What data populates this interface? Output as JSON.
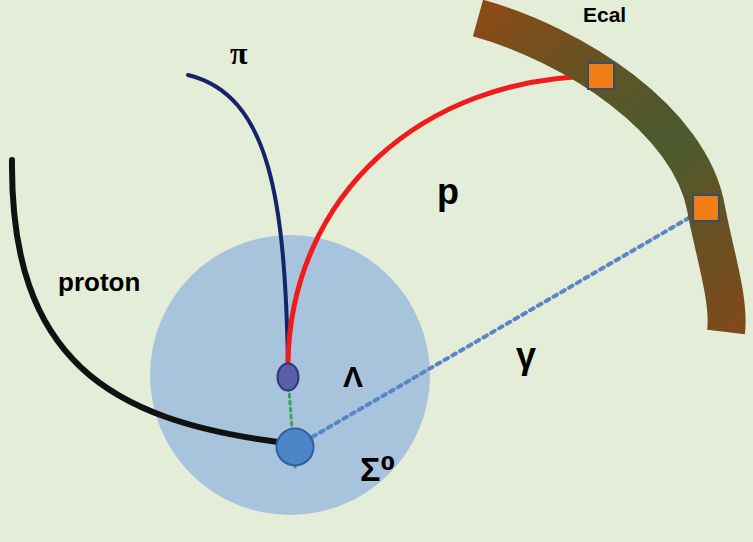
{
  "diagram": {
    "nodes": [
      {
        "text": [
          "Ecal"
        ]
      },
      {
        "text": [
          "Λ"
        ]
      },
      {
        "text": [
          "Σ⁰"
        ]
      }
    ],
    "edges": [
      {
        "from": 2,
        "to": 1,
        "arrow": "none"
      },
      {
        "from": 1,
        "to": 0,
        "label": "p",
        "arrow": "none"
      },
      {
        "from": 2,
        "to": 0,
        "label": "γ",
        "arrow": "none"
      }
    ],
    "labels": [
      "π",
      "proton"
    ]
  }
}
